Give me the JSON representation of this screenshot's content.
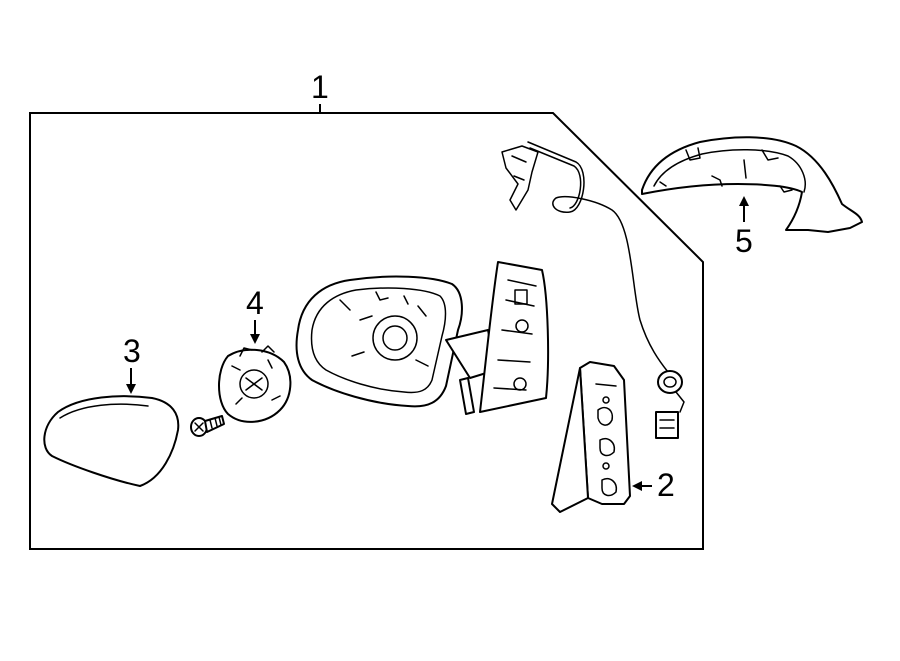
{
  "callouts": {
    "assembly": "1",
    "cover_mount": "2",
    "mirror_glass": "3",
    "motor": "4",
    "skull_cap": "5"
  }
}
